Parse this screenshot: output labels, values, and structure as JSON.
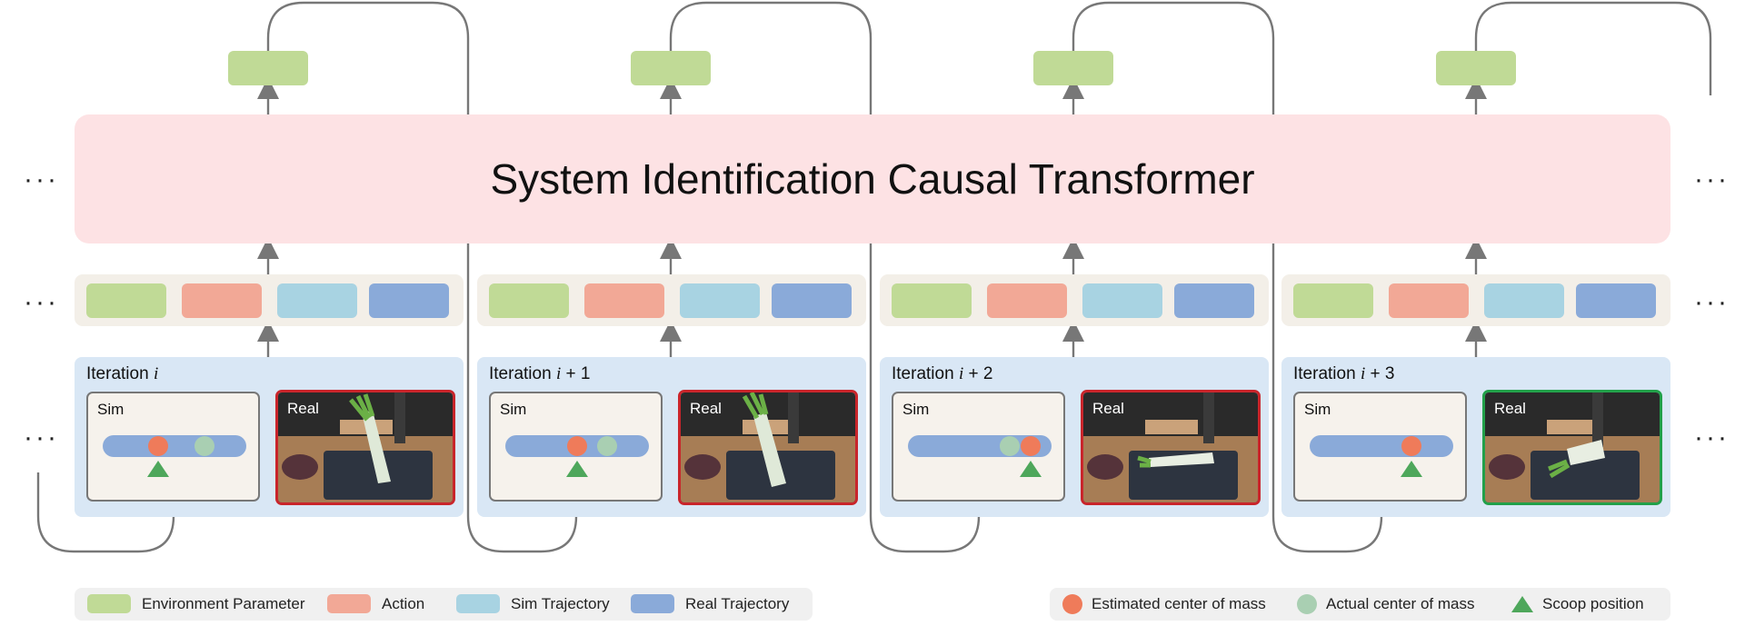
{
  "transformer": {
    "title": "System Identification Causal Transformer"
  },
  "ellipsis": "···",
  "iterations": [
    {
      "label_prefix": "Iteration ",
      "label_var": "i",
      "label_suffix": "",
      "sim_label": "Sim",
      "real_label": "Real",
      "real_border": "red"
    },
    {
      "label_prefix": "Iteration ",
      "label_var": "i",
      "label_suffix": " + 1",
      "sim_label": "Sim",
      "real_label": "Real",
      "real_border": "red"
    },
    {
      "label_prefix": "Iteration ",
      "label_var": "i",
      "label_suffix": " + 2",
      "sim_label": "Sim",
      "real_label": "Real",
      "real_border": "red"
    },
    {
      "label_prefix": "Iteration ",
      "label_var": "i",
      "label_suffix": " + 3",
      "sim_label": "Sim",
      "real_label": "Real",
      "real_border": "green"
    }
  ],
  "legend_tokens": [
    {
      "label": "Environment Parameter",
      "color": "#c0da96"
    },
    {
      "label": "Action",
      "color": "#f2a896"
    },
    {
      "label": "Sim Trajectory",
      "color": "#a8d3e2"
    },
    {
      "label": "Real Trajectory",
      "color": "#8aaad9"
    }
  ],
  "legend_markers": [
    {
      "label": "Estimated center of mass",
      "color": "#ef7b5a",
      "icon": "circle"
    },
    {
      "label": "Actual center of mass",
      "color": "#a9cfb2",
      "icon": "circle"
    },
    {
      "label": "Scoop position",
      "color": "#4ea75b",
      "icon": "triangle"
    }
  ],
  "colors": {
    "env_param": "#c0da96",
    "action": "#f2a896",
    "sim_traj": "#a8d3e2",
    "real_traj": "#8aaad9",
    "transformer_bg": "#fde2e4",
    "iteration_bg": "#d9e7f5",
    "token_row_bg": "#f3efe8",
    "real_fail_border": "#c9252b",
    "real_success_border": "#22a04a",
    "arrow": "#777777"
  }
}
